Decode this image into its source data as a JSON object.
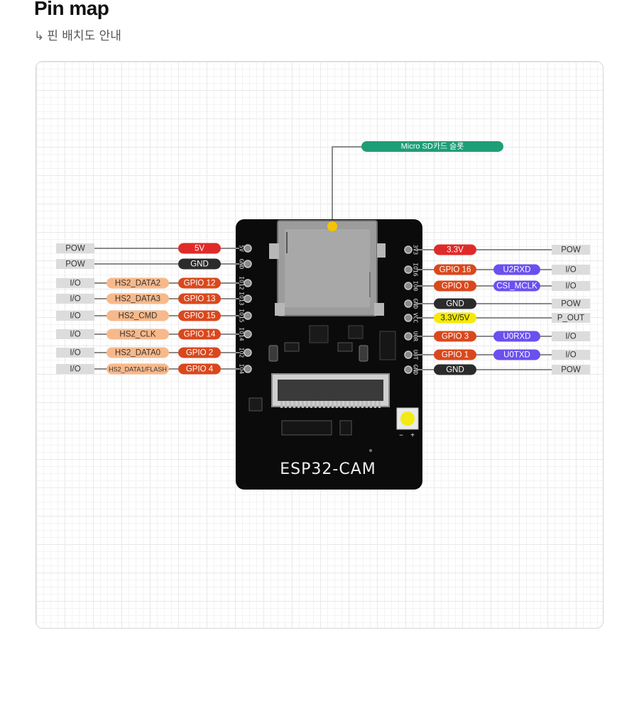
{
  "page": {
    "title": "Pin map",
    "subtitle_arrow": "↳",
    "subtitle": "핀 배치도 안내"
  },
  "board": {
    "name": "ESP32-CAM",
    "sd_label": "Micro SD카드 슬롯",
    "led_minus": "−",
    "led_plus": "+"
  },
  "colors": {
    "power_red": "#e02a2a",
    "gnd_black": "#2b2b2b",
    "gpio_orange": "#d9481d",
    "alt_peach": "#f7b98b",
    "uart_purple": "#6b4ff0",
    "type_gray": "#dcdcdc",
    "vcc_yellow": "#f5ea07",
    "sd_green": "#1e9e77"
  },
  "left_pins": [
    {
      "silk": "5V",
      "type": "POW",
      "alt": "",
      "pin": "5V",
      "kind": "power"
    },
    {
      "silk": "GND",
      "type": "POW",
      "alt": "",
      "pin": "GND",
      "kind": "gnd"
    },
    {
      "silk": "IO12",
      "type": "I/O",
      "alt": "HS2_DATA2",
      "pin": "GPIO 12",
      "kind": "gpio"
    },
    {
      "silk": "IO13",
      "type": "I/O",
      "alt": "HS2_DATA3",
      "pin": "GPIO 13",
      "kind": "gpio"
    },
    {
      "silk": "IO15",
      "type": "I/O",
      "alt": "HS2_CMD",
      "pin": "GPIO 15",
      "kind": "gpio"
    },
    {
      "silk": "IO14",
      "type": "I/O",
      "alt": "HS2_CLK",
      "pin": "GPIO 14",
      "kind": "gpio"
    },
    {
      "silk": "IO2",
      "type": "I/O",
      "alt": "HS2_DATA0",
      "pin": "GPIO 2",
      "kind": "gpio"
    },
    {
      "silk": "IO4",
      "type": "I/O",
      "alt": "HS2_DATA1/FLASH",
      "pin": "GPIO 4",
      "kind": "gpio"
    }
  ],
  "right_pins": [
    {
      "silk": "3V3",
      "type": "POW",
      "alt": "",
      "pin": "3.3V",
      "kind": "power"
    },
    {
      "silk": "IO16",
      "type": "I/O",
      "alt": "U2RXD",
      "pin": "GPIO 16",
      "kind": "gpio"
    },
    {
      "silk": "IO0",
      "type": "I/O",
      "alt": "CSI_MCLK",
      "pin": "GPIO 0",
      "kind": "gpio"
    },
    {
      "silk": "GND",
      "type": "POW",
      "alt": "",
      "pin": "GND",
      "kind": "gnd"
    },
    {
      "silk": "VCC",
      "type": "P_OUT",
      "alt": "",
      "pin": "3.3V/5V",
      "kind": "vcc"
    },
    {
      "silk": "U0R",
      "type": "I/O",
      "alt": "U0RXD",
      "pin": "GPIO 3",
      "kind": "gpio"
    },
    {
      "silk": "U0T",
      "type": "I/O",
      "alt": "U0TXD",
      "pin": "GPIO 1",
      "kind": "gpio"
    },
    {
      "silk": "GND",
      "type": "POW",
      "alt": "",
      "pin": "GND",
      "kind": "gnd"
    }
  ]
}
